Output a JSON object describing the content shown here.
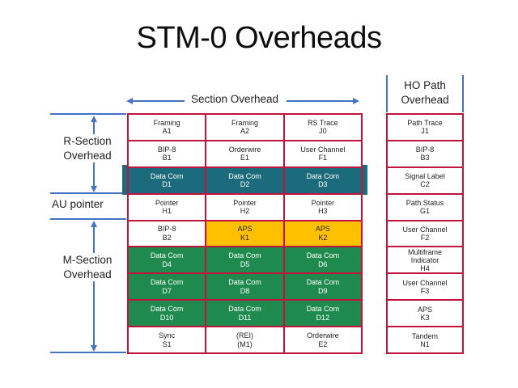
{
  "title": "STM-0 Overheads",
  "headers": {
    "section_overhead": "Section Overhead",
    "ho_path_overhead": "HO Path Overhead"
  },
  "left_labels": {
    "r_section": "R-Section Overhead",
    "au_pointer": "AU pointer",
    "m_section": "M-Section Overhead"
  },
  "colors": {
    "red": "#C1143C",
    "blue": "#4472C4",
    "teal": "#1C6B7C",
    "green": "#1F8A4D",
    "orange": "#FFC000",
    "white": "#FFFFFF",
    "text_dark": "#1F1F1F",
    "text_light": "#FFFFFF"
  },
  "grid": {
    "columns": 3,
    "rows": [
      [
        {
          "label": "Framing",
          "code": "A1",
          "fill": "white"
        },
        {
          "label": "Framing",
          "code": "A2",
          "fill": "white"
        },
        {
          "label": "RS Trace",
          "code": "J0",
          "fill": "white"
        }
      ],
      [
        {
          "label": "BIP-8",
          "code": "B1",
          "fill": "white"
        },
        {
          "label": "Orderwire",
          "code": "E1",
          "fill": "white"
        },
        {
          "label": "User Channel",
          "code": "F1",
          "fill": "white"
        }
      ],
      [
        {
          "label": "Data Com",
          "code": "D1",
          "fill": "teal"
        },
        {
          "label": "Data Com",
          "code": "D2",
          "fill": "teal"
        },
        {
          "label": "Data Com",
          "code": "D3",
          "fill": "teal"
        }
      ],
      [
        {
          "label": "Pointer",
          "code": "H1",
          "fill": "white"
        },
        {
          "label": "Pointer",
          "code": "H2",
          "fill": "white"
        },
        {
          "label": "Pointer",
          "code": "H3",
          "fill": "white"
        }
      ],
      [
        {
          "label": "BIP-8",
          "code": "B2",
          "fill": "white"
        },
        {
          "label": "APS",
          "code": "K1",
          "fill": "orange"
        },
        {
          "label": "APS",
          "code": "K2",
          "fill": "orange"
        }
      ],
      [
        {
          "label": "Data Com",
          "code": "D4",
          "fill": "green"
        },
        {
          "label": "Data Com",
          "code": "D5",
          "fill": "green"
        },
        {
          "label": "Data Com",
          "code": "D6",
          "fill": "green"
        }
      ],
      [
        {
          "label": "Data Com",
          "code": "D7",
          "fill": "green"
        },
        {
          "label": "Data Com",
          "code": "D8",
          "fill": "green"
        },
        {
          "label": "Data Com",
          "code": "D9",
          "fill": "green"
        }
      ],
      [
        {
          "label": "Data Com",
          "code": "D10",
          "fill": "green"
        },
        {
          "label": "Data Com",
          "code": "D11",
          "fill": "green"
        },
        {
          "label": "Data Com",
          "code": "D12",
          "fill": "green"
        }
      ],
      [
        {
          "label": "Sync",
          "code": "S1",
          "fill": "white"
        },
        {
          "label": "(REI)",
          "code": "(M1)",
          "fill": "white"
        },
        {
          "label": "Orderwire",
          "code": "E2",
          "fill": "white"
        }
      ]
    ]
  },
  "path_overhead": {
    "cells": [
      {
        "label": "Path Trace",
        "code": "J1",
        "fill": "white"
      },
      {
        "label": "BIP-8",
        "code": "B3",
        "fill": "white"
      },
      {
        "label": "Signal Label",
        "code": "C2",
        "fill": "white"
      },
      {
        "label": "Path Status",
        "code": "G1",
        "fill": "white"
      },
      {
        "label": "User Channel",
        "code": "F2",
        "fill": "white"
      },
      {
        "label": "Multiframe Indicator",
        "code": "H4",
        "fill": "white"
      },
      {
        "label": "User Channel",
        "code": "F3",
        "fill": "white"
      },
      {
        "label": "APS",
        "code": "K3",
        "fill": "white"
      },
      {
        "label": "Tandem",
        "code": "N1",
        "fill": "white"
      }
    ]
  }
}
